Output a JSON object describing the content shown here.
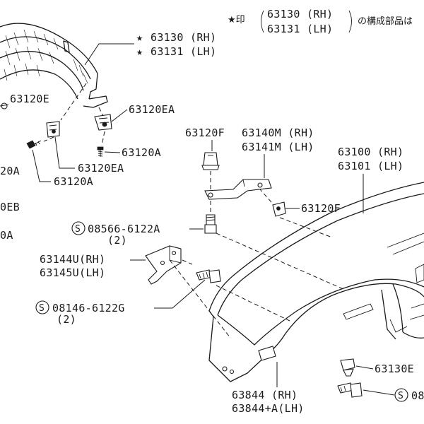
{
  "legend": {
    "mark": "★印",
    "part_rh": "63130 (RH)",
    "part_lh": "63131 (LH)",
    "text": "の構成部品は"
  },
  "labels": {
    "splash_rh": "63130 (RH)",
    "splash_lh": "63131 (LH)",
    "star": "★",
    "e_63120E": "63120E",
    "e_63120EA_top": "63120EA",
    "e_63120A_top": "63120A",
    "e_63120EA_mid": "63120EA",
    "e_63120A_mid": "63120A",
    "e_left_20A_1": "20A",
    "e_left_0EB": "0EB",
    "e_left_0A": "0A",
    "e_63120F_top": "63120F",
    "e_63140M": "63140M (RH)",
    "e_63141M": "63141M (LH)",
    "e_63100": "63100 (RH)",
    "e_63101": "63101 (LH)",
    "e_63120F_right": "63120F",
    "e_08566": "08566-6122A",
    "e_08566_qty": "(2)",
    "e_63144U": "63144U(RH)",
    "e_63145U": "63145U(LH)",
    "e_08146": "08146-6122G",
    "e_08146_qty": "(2)",
    "e_63130E": "63130E",
    "e_63844_rh": "63844   (RH)",
    "e_63844_lh": "63844+A(LH)",
    "e_right_08": "08",
    "s_mark": "S"
  }
}
